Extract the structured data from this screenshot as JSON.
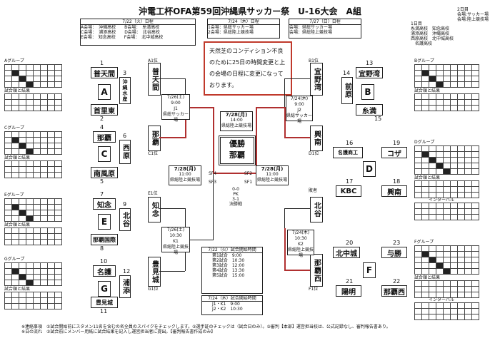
{
  "header": {
    "title": "沖電工杯OFA第59回沖縄県サッカー祭　U-16大会　A組",
    "top_right": [
      "2日目",
      "会場:サッカー場",
      "会場:陸上競技場"
    ],
    "day1_label": "1日目",
    "day1_venues": [
      {
        "school": "糸満高校",
        "venue": "知念高校"
      },
      {
        "school": "浦添高校",
        "venue": "沖縄高校"
      },
      {
        "school": "西原高校",
        "venue": "北中城高校"
      },
      {
        "school": "",
        "venue": "名護高校"
      }
    ],
    "schedule_headers": [
      "7/22（火）日程",
      "7/24（木）日程",
      "7/27（日）日程"
    ],
    "schedule_rows": [
      "A会場：　沖縄高校　　B会場：　糸満高校",
      "C会場：　浦添高校　　D会場：　北谷高校",
      "E会場：　知念高校　　F会場：　北中城高校",
      "G会場：　名護高校"
    ],
    "schedule_rows2": [
      "1会場：県総サッカー場",
      "2会場：県総陸上競技場"
    ],
    "schedule_rows3": [
      "会場：県総サッカー場",
      "会場：県総陸上競技場"
    ]
  },
  "notice": "天然芝のコンディション不良のために25日の時間変更と上の会場の日程に変更になっております。",
  "groups": [
    {
      "label": "Aグループ",
      "teams": [
        "普天間",
        "首里東",
        "沖縄水産"
      ],
      "letter": "A",
      "nums": [
        "1",
        "2",
        "3"
      ]
    },
    {
      "label": "Cグループ",
      "teams": [
        "那覇",
        "南風原",
        "西原"
      ],
      "letter": "C",
      "nums": [
        "4",
        "5",
        "6"
      ]
    },
    {
      "label": "Eグループ",
      "teams": [
        "知念",
        "那覇国際",
        "北谷"
      ],
      "letter": "E",
      "nums": [
        "7",
        "8",
        "9"
      ]
    },
    {
      "label": "Gグループ",
      "teams": [
        "名護",
        "豊見城",
        "浦添"
      ],
      "letter": "G",
      "nums": [
        "10",
        "11",
        "12"
      ]
    },
    {
      "label": "Bグループ",
      "teams": [
        "宜野湾",
        "前原",
        "糸満"
      ],
      "letter": "B",
      "nums": [
        "13",
        "14",
        "15"
      ]
    },
    {
      "label": "Dグループ",
      "teams": [
        "名護商工",
        "コザ",
        "KBC",
        "興南"
      ],
      "letter": "D",
      "nums": [
        "16",
        "19",
        "17",
        "18"
      ]
    },
    {
      "label": "Fグループ",
      "teams": [
        "北中城",
        "与勝",
        "陽明",
        "那覇西"
      ],
      "letter": "F",
      "nums": [
        "20",
        "23",
        "21",
        "22"
      ]
    }
  ],
  "results_label": "試合順と結果",
  "interval_label": "インターバル",
  "bracket": {
    "left_teams": [
      "普天間",
      "那覇",
      "知念",
      "豊見城"
    ],
    "left_codes": [
      "A1位",
      "C1位",
      "E1位",
      "G1位"
    ],
    "right_teams": [
      "宜野湾",
      "興南",
      "北谷",
      "那覇西"
    ],
    "right_codes": [
      "B1位",
      "D1位",
      "敗者",
      "F1位"
    ],
    "champion_label": "優勝",
    "champion": "那覇",
    "final_score": [
      "0-0",
      "PK",
      "3-1",
      "決勝戦"
    ],
    "dates": [
      {
        "d": "7/26(土)",
        "t": "9:00",
        "c": "J1",
        "v": "県総サッカー場"
      },
      {
        "d": "7/26(土)",
        "t": "10:30",
        "c": "K1",
        "v": "県総陸上競技場"
      },
      {
        "d": "7/24(木)",
        "t": "9:00",
        "c": "J2",
        "v": "県総サッカー場"
      },
      {
        "d": "7/24(木)",
        "t": "10:30",
        "c": "K2",
        "v": "県総陸上競技場"
      },
      {
        "d": "7/28(月)",
        "t": "14:00",
        "c": "",
        "v": "県総陸上競技場"
      },
      {
        "d": "7/28(月)",
        "t": "11:00",
        "c": "",
        "v": "県総陸上競技場"
      },
      {
        "d": "7/28(月)",
        "t": "11:00",
        "c": "",
        "v": "県総陸上競技場"
      }
    ],
    "codes": [
      "SF4",
      "SF2",
      "SF3",
      "SF1"
    ]
  },
  "timetable": {
    "title": "7/22（火）試合開始時間",
    "rows": [
      [
        "第1試合",
        "9:00"
      ],
      [
        "第2試合",
        "10:30"
      ],
      [
        "第3試合",
        "12:00"
      ],
      [
        "第4試合",
        "13:30"
      ],
      [
        "第5試合",
        "15:00"
      ]
    ],
    "title2": "7/24（木）試合開始時間",
    "rows2": [
      [
        "J1・K1",
        "9:00"
      ],
      [
        "J2・K2",
        "10:30"
      ]
    ]
  },
  "footer": [
    "※連絡事項　①試合開始前にスタメン11名を含むの名全員のスパイクをチェックします。②選手証のチェックは（試合日のみ）。③審判【本部】運営担当校は、公式記録なし、審判報告書あり。",
    "※日の流れ　②試合前にメンバー用紙に試合結果を記入し運営担当者に提出。【審判報告書作成のみ】"
  ]
}
